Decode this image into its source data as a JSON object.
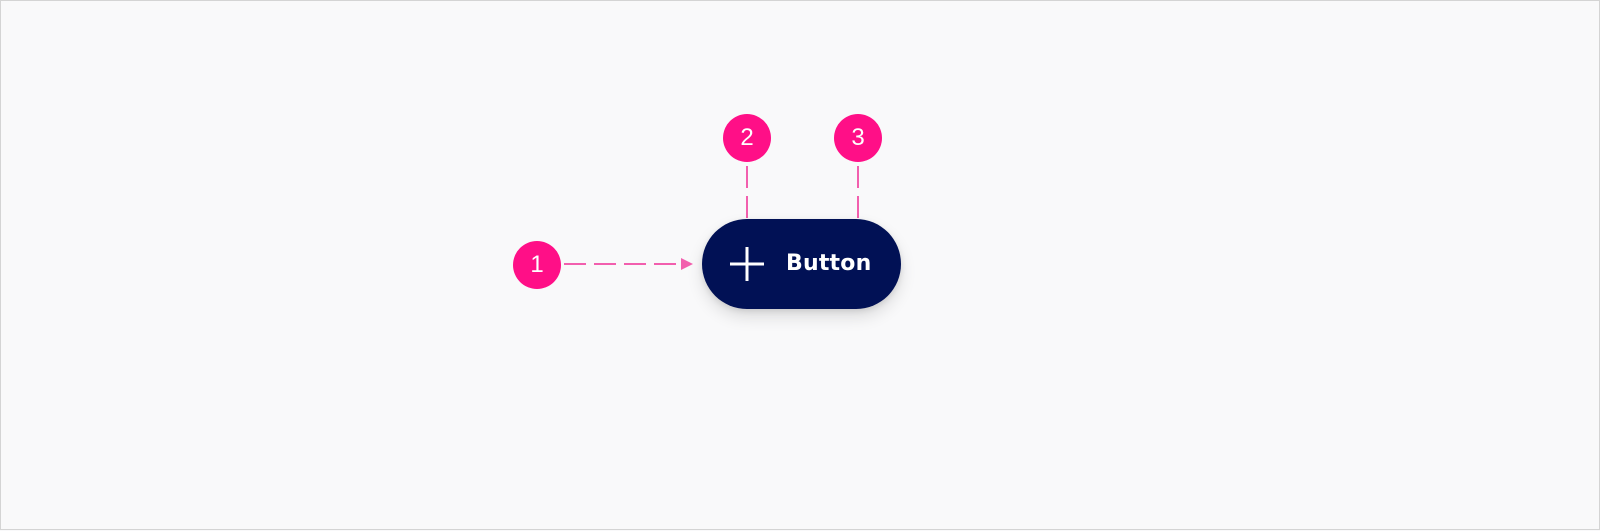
{
  "button": {
    "label": "Button",
    "icon": "plus-icon",
    "background": "#011155",
    "foreground": "#ffffff"
  },
  "annotations": {
    "color": "#ff0f87",
    "leader_color": "#f25fae",
    "arrow_color": "#c2187b",
    "markers": [
      "1",
      "2",
      "3"
    ]
  }
}
